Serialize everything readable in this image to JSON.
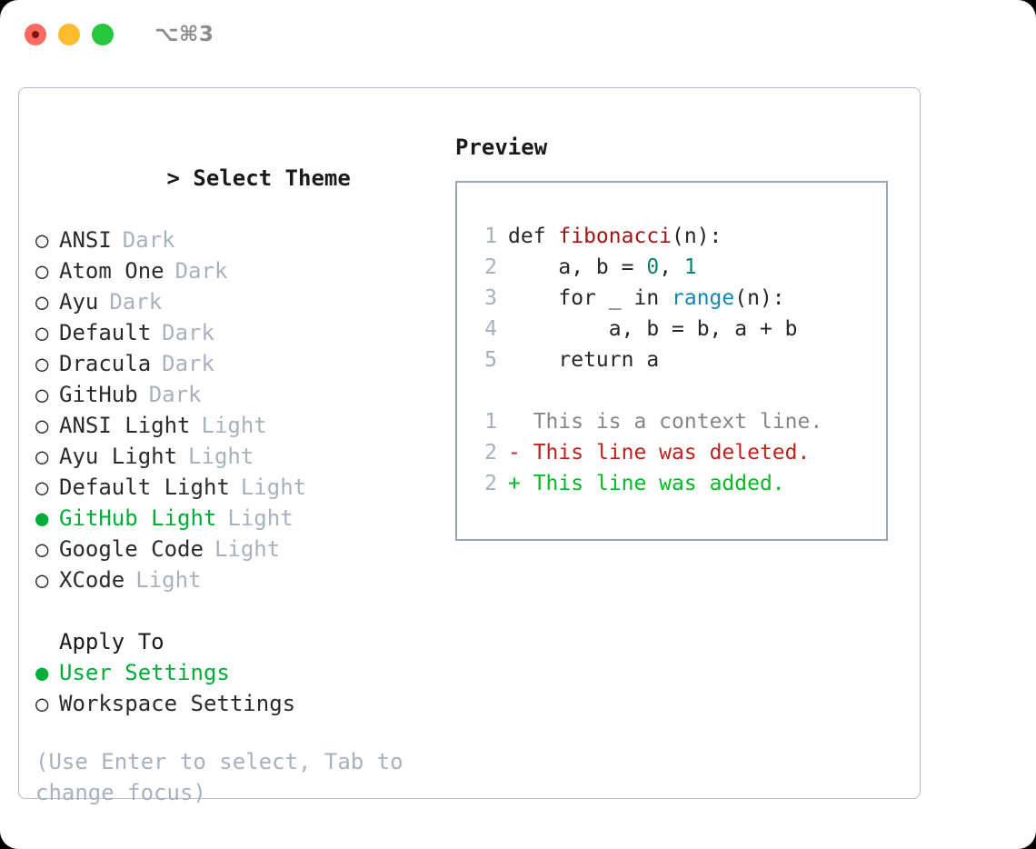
{
  "titlebar": {
    "shortcut": "⌥⌘3",
    "lights": [
      {
        "name": "close",
        "color": "#fd6a61"
      },
      {
        "name": "minimize",
        "color": "#fdbc2e"
      },
      {
        "name": "zoom",
        "color": "#26c63f"
      }
    ]
  },
  "theme_selector": {
    "caret": ">",
    "title": "Select Theme",
    "bullet_unselected": "○",
    "bullet_selected": "●",
    "items": [
      {
        "label": "ANSI",
        "suffix": "Dark",
        "selected": false
      },
      {
        "label": "Atom One",
        "suffix": "Dark",
        "selected": false
      },
      {
        "label": "Ayu",
        "suffix": "Dark",
        "selected": false
      },
      {
        "label": "Default",
        "suffix": "Dark",
        "selected": false
      },
      {
        "label": "Dracula",
        "suffix": "Dark",
        "selected": false
      },
      {
        "label": "GitHub",
        "suffix": "Dark",
        "selected": false
      },
      {
        "label": "ANSI Light",
        "suffix": "Light",
        "selected": false
      },
      {
        "label": "Ayu Light",
        "suffix": "Light",
        "selected": false
      },
      {
        "label": "Default Light",
        "suffix": "Light",
        "selected": false
      },
      {
        "label": "GitHub Light",
        "suffix": "Light",
        "selected": true
      },
      {
        "label": "Google Code",
        "suffix": "Light",
        "selected": false
      },
      {
        "label": "XCode",
        "suffix": "Light",
        "selected": false
      }
    ]
  },
  "apply_to": {
    "title": "Apply To",
    "items": [
      {
        "label": "User Settings",
        "selected": true
      },
      {
        "label": "Workspace Settings",
        "selected": false
      }
    ]
  },
  "hint": "(Use Enter to select, Tab to change focus)",
  "preview": {
    "title": "Preview",
    "code_lines": [
      {
        "number": "1",
        "tokens": [
          {
            "text": "def ",
            "type": "plain"
          },
          {
            "text": "fibonacci",
            "type": "func"
          },
          {
            "text": "(n):",
            "type": "plain"
          }
        ]
      },
      {
        "number": "2",
        "tokens": [
          {
            "text": "    a, b = ",
            "type": "plain"
          },
          {
            "text": "0",
            "type": "num"
          },
          {
            "text": ", ",
            "type": "plain"
          },
          {
            "text": "1",
            "type": "num"
          }
        ]
      },
      {
        "number": "3",
        "tokens": [
          {
            "text": "    for _ in ",
            "type": "plain"
          },
          {
            "text": "range",
            "type": "builtin"
          },
          {
            "text": "(n):",
            "type": "plain"
          }
        ]
      },
      {
        "number": "4",
        "tokens": [
          {
            "text": "        a, b = b, a + b",
            "type": "plain"
          }
        ]
      },
      {
        "number": "5",
        "tokens": [
          {
            "text": "    return a",
            "type": "plain"
          }
        ]
      }
    ],
    "diff_lines": [
      {
        "number": "1",
        "marker": "  ",
        "text": "This is a context line.",
        "type": "context"
      },
      {
        "number": "2",
        "marker": "- ",
        "text": "This line was deleted.",
        "type": "deleted"
      },
      {
        "number": "2",
        "marker": "+ ",
        "text": "This line was added.",
        "type": "added"
      }
    ]
  },
  "colors": {
    "accent_green": "#00ad38",
    "muted": "#a9b1bd",
    "line_number": "#a4b0bd",
    "func": "#a01616",
    "number": "#0d8070",
    "builtin": "#1386b8",
    "diff_context": "#868686",
    "diff_deleted": "#c0211b",
    "diff_added": "#00bb21",
    "panel_border": "#b4bcc8",
    "preview_border": "#9aa5b4"
  }
}
